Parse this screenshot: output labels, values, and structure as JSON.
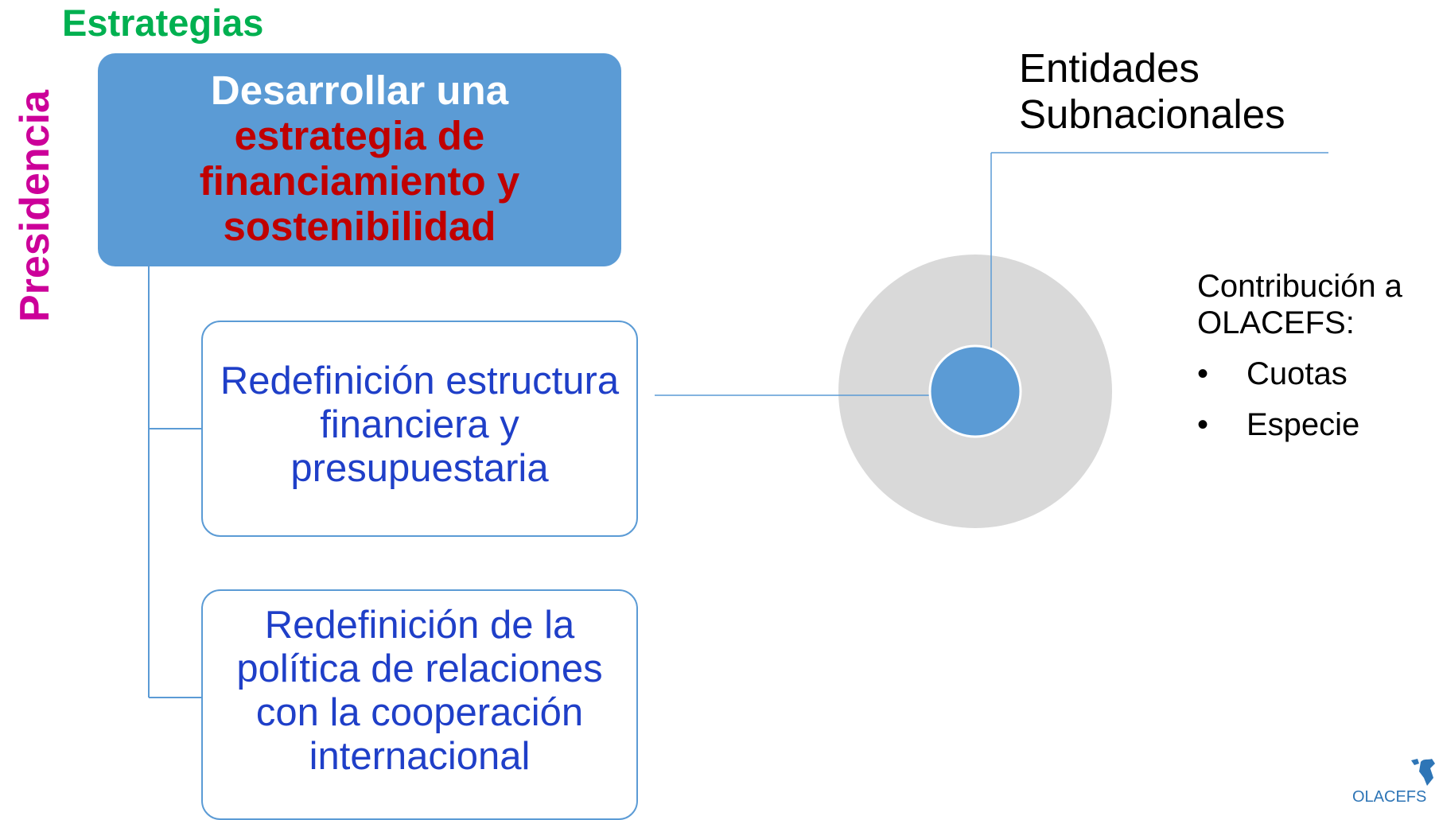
{
  "heading": {
    "text": "Estrategias",
    "color": "#00b050"
  },
  "vertical_label": {
    "text": "Presidencia",
    "color": "#cc0099"
  },
  "main_box": {
    "line1": "Desarrollar una",
    "line2": "estrategia de",
    "line3": "financiamiento y",
    "line4": "sostenibilidad",
    "bg_color": "#5b9bd5",
    "text_color": "#ffffff",
    "highlight_color": "#c00000"
  },
  "sub_boxes": [
    {
      "text": "Redefinición estructura financiera y presupuestaria"
    },
    {
      "text": "Redefinición de la política de relaciones con la cooperación internacional"
    }
  ],
  "sub_box_text_color": "#1f3fc8",
  "connector_color": "#5b9bd5",
  "entity": {
    "line1": "Entidades",
    "line2": "Subnacionales"
  },
  "contribution": {
    "title_line1": "Contribución a",
    "title_line2": "OLACEFS:",
    "bullet_symbol": "•",
    "items": [
      "Cuotas",
      "Especie"
    ]
  },
  "circle": {
    "outer_color": "#d9d9d9",
    "inner_color": "#5b9bd5"
  },
  "logo": {
    "text": "OLACEFS",
    "color": "#2e75b6"
  }
}
